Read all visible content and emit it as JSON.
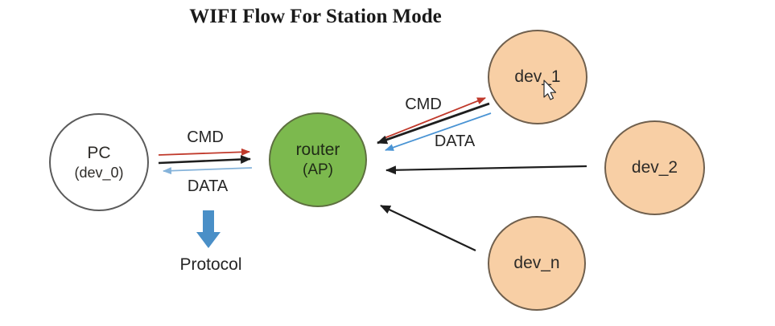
{
  "title": "WIFI Flow For Station Mode",
  "nodes": {
    "pc": {
      "name": "PC",
      "sub": "(dev_0)"
    },
    "router": {
      "name": "router",
      "sub": "(AP)"
    },
    "dev1": {
      "name": "dev_1"
    },
    "dev2": {
      "name": "dev_2"
    },
    "devn": {
      "name": "dev_n"
    }
  },
  "flows": {
    "pc_router": {
      "cmd": "CMD",
      "data": "DATA"
    },
    "router_dev1": {
      "cmd": "CMD",
      "data": "DATA"
    }
  },
  "protocol_label": "Protocol",
  "colors": {
    "cmd_red": "#c0392b",
    "data_blue_light": "#85b3da",
    "data_blue": "#4a94d4",
    "arrow_black": "#1e1e1e",
    "protocol_blue": "#4a8fc7",
    "router_green": "#7cb94e",
    "device_peach": "#f8cfa5",
    "pc_white": "#ffffff"
  }
}
